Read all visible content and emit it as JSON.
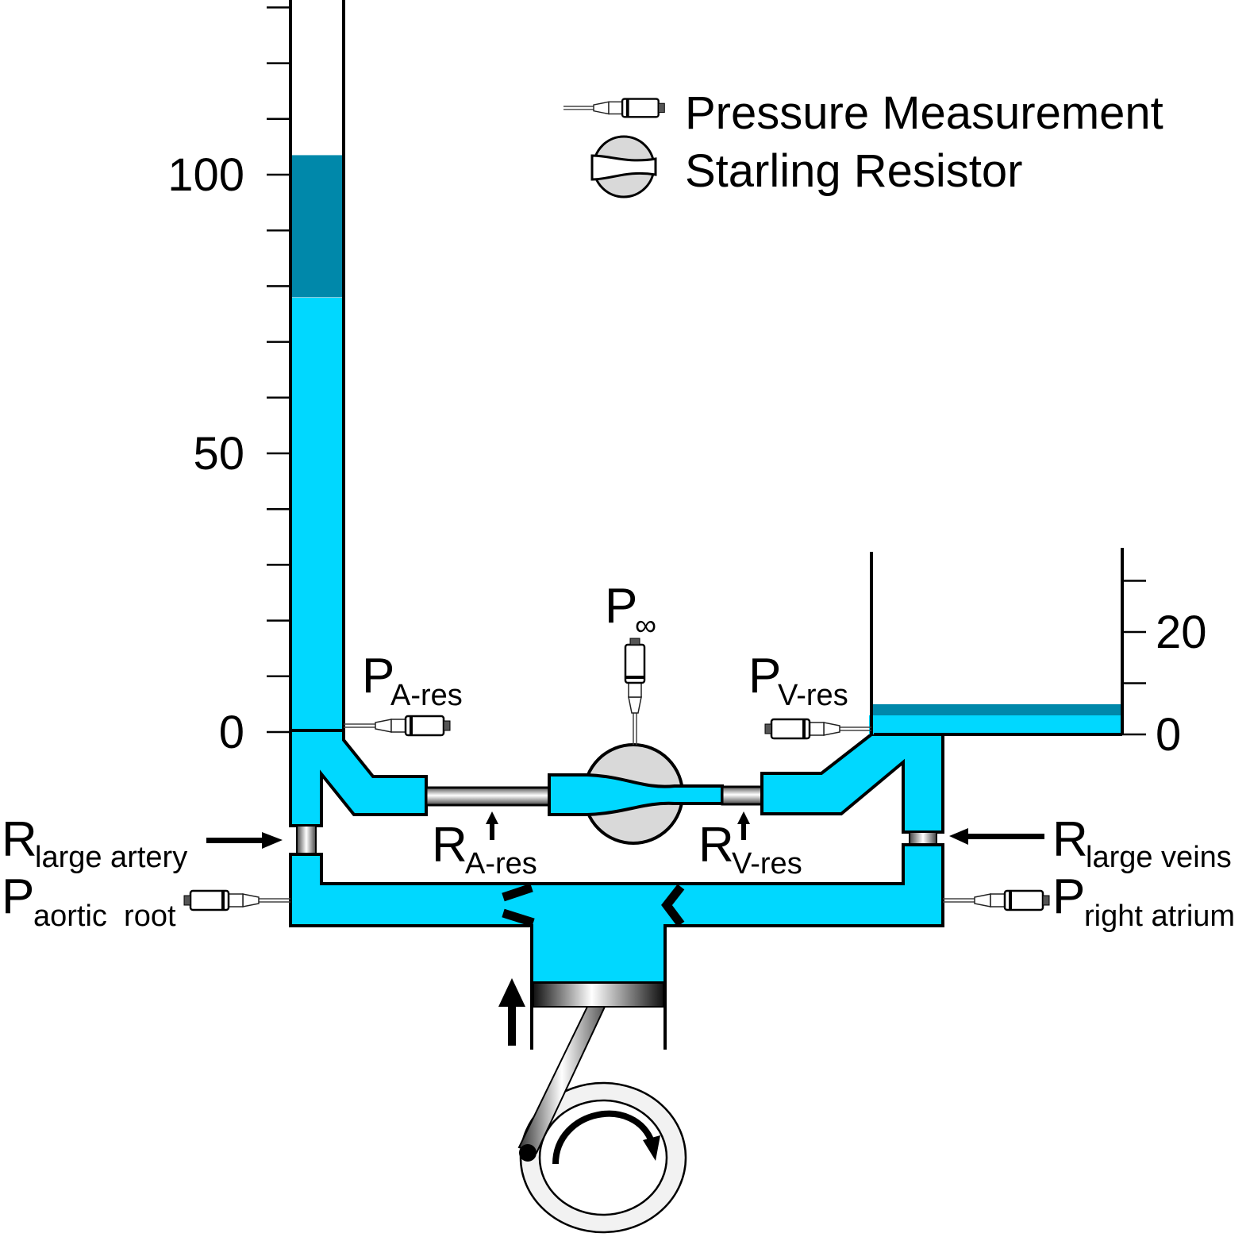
{
  "legend": {
    "items": [
      {
        "icon": "pressure-transducer-icon",
        "label": "Pressure Measurement"
      },
      {
        "icon": "starling-resistor-icon",
        "label": "Starling Resistor"
      }
    ]
  },
  "left_scale": {
    "ticks": [
      {
        "value": 100,
        "label": "100"
      },
      {
        "value": 50,
        "label": "50"
      },
      {
        "value": 0,
        "label": "0"
      }
    ],
    "minor_step": 10,
    "arterial_level": 100,
    "arterial_level_band_bottom": 78
  },
  "right_scale": {
    "ticks": [
      {
        "value": 20,
        "label": "20"
      },
      {
        "value": 0,
        "label": "0"
      }
    ],
    "minor_step": 10,
    "venous_level": 5,
    "venous_level_band_bottom": 3
  },
  "labels": {
    "p_a_res": {
      "main": "P",
      "sub": "A-res"
    },
    "p_inf": {
      "main": "P",
      "sub": "∞"
    },
    "p_v_res": {
      "main": "P",
      "sub": "V-res"
    },
    "r_large_artery": {
      "main": "R",
      "sub": "large artery"
    },
    "p_aortic_root": {
      "main": "P",
      "sub": "aortic  root"
    },
    "r_a_res": {
      "main": "R",
      "sub": "A-res"
    },
    "r_v_res": {
      "main": "R",
      "sub": "V-res"
    },
    "r_large_veins": {
      "main": "R",
      "sub": "large veins"
    },
    "p_right_atrium": {
      "main": "P",
      "sub": "right atrium"
    }
  },
  "colors": {
    "fluid": "#00d8ff",
    "fluid_dark": "#0088aa",
    "resistor_gray": "#d9d9d9",
    "outline": "#000000"
  }
}
